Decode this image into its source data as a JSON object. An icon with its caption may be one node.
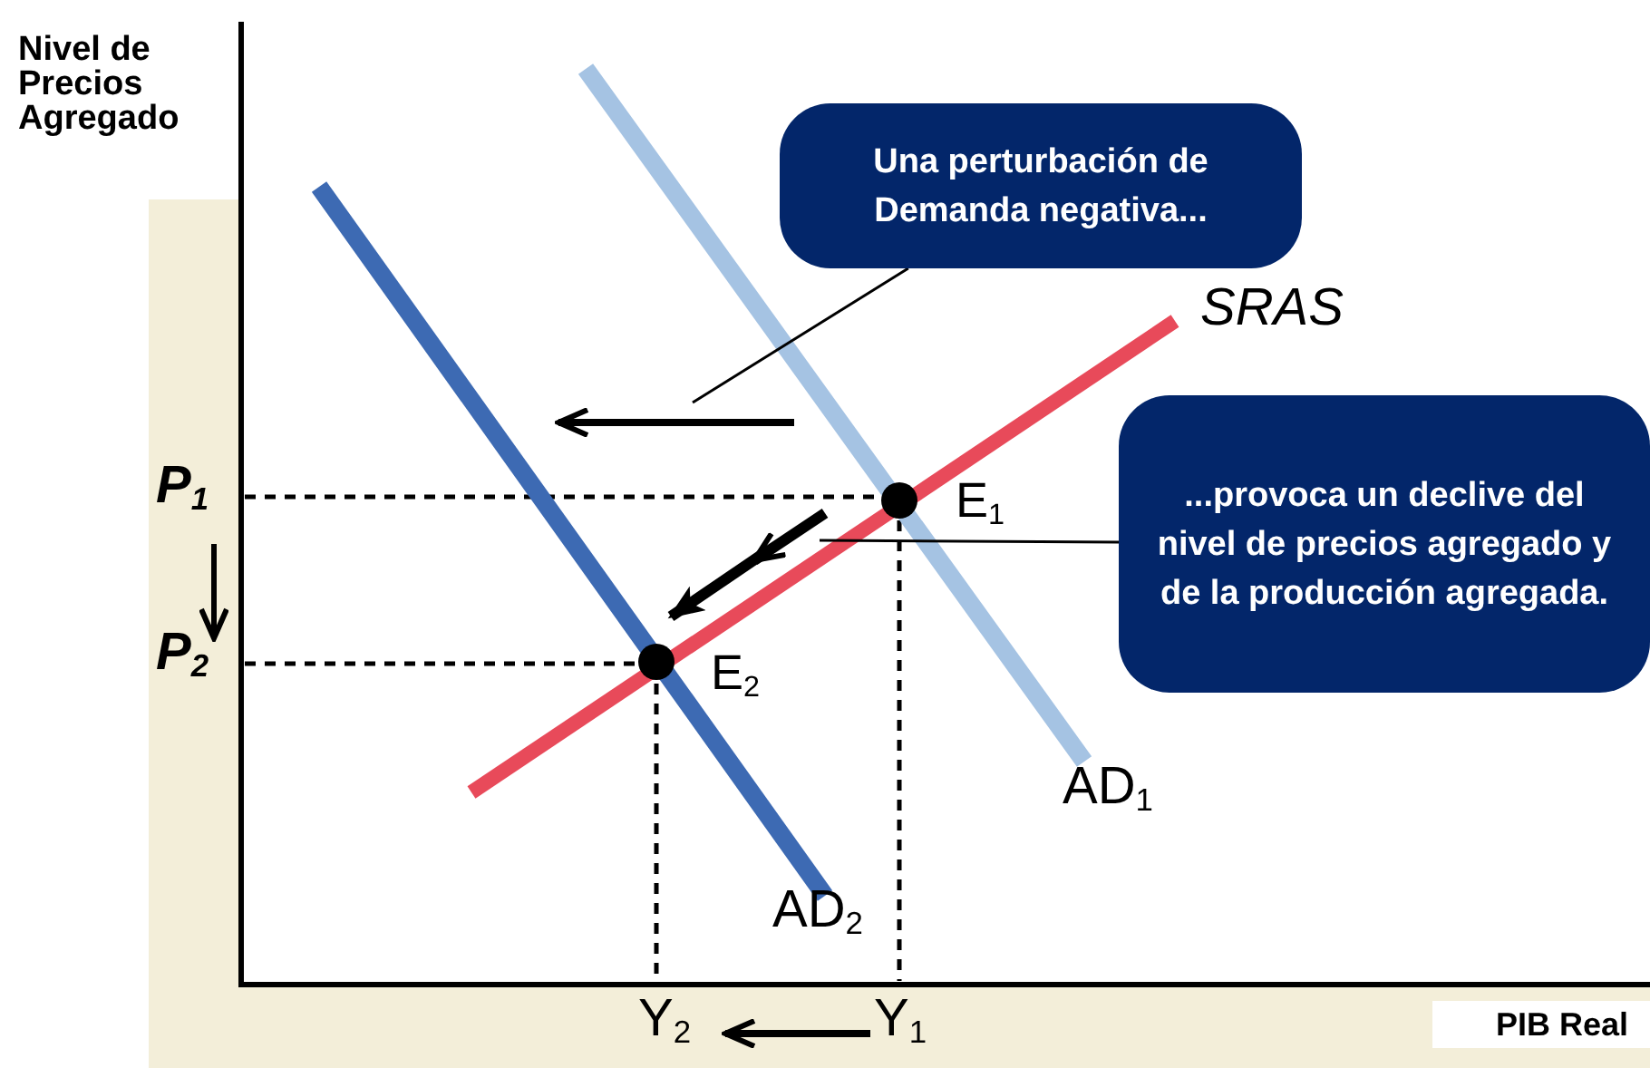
{
  "diagram": {
    "nodes": [
      {
        "text": [
          "Una perturbación de Demanda negativa..."
        ]
      },
      {
        "text": [
          "...provoca un declive del nivel de precios agregado y de la producción agregada."
        ]
      }
    ],
    "edges": [
      {
        "from": 0,
        "to": null,
        "arrow": "none"
      },
      {
        "from": 1,
        "to": null,
        "arrow": "none"
      }
    ],
    "labels": [
      "Nivel de Precios Agregado",
      "SRAS",
      "P$_{1}$",
      "E$_{1}$",
      "P$_{2}$",
      "E$_{2}$",
      "AD$_{1}$",
      "AD$_{2}$",
      "Y$_{2}$",
      "Y$_{1}$",
      "PIB Real"
    ]
  }
}
